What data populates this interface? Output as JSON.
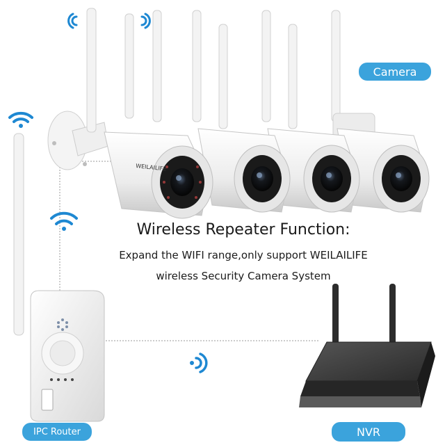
{
  "labels": {
    "camera": "Camera",
    "router": "IPC Router",
    "nvr": "NVR"
  },
  "headline": {
    "title": "Wireless Repeater Function:",
    "line1": "Expand the WIFI range,only support WEILAILIFE",
    "line2": "wireless Security Camera System"
  },
  "camera_brand": "WEILAILIFE",
  "colors": {
    "label_blue": "#3ba3dc",
    "wifi_blue": "#1e88d2",
    "camera_body": "#f2f2f2",
    "lens": "#0d0d0d",
    "nvr_body": "#3b3b3b"
  },
  "icons": [
    "wifi-icon",
    "wifi-signal-icon"
  ]
}
